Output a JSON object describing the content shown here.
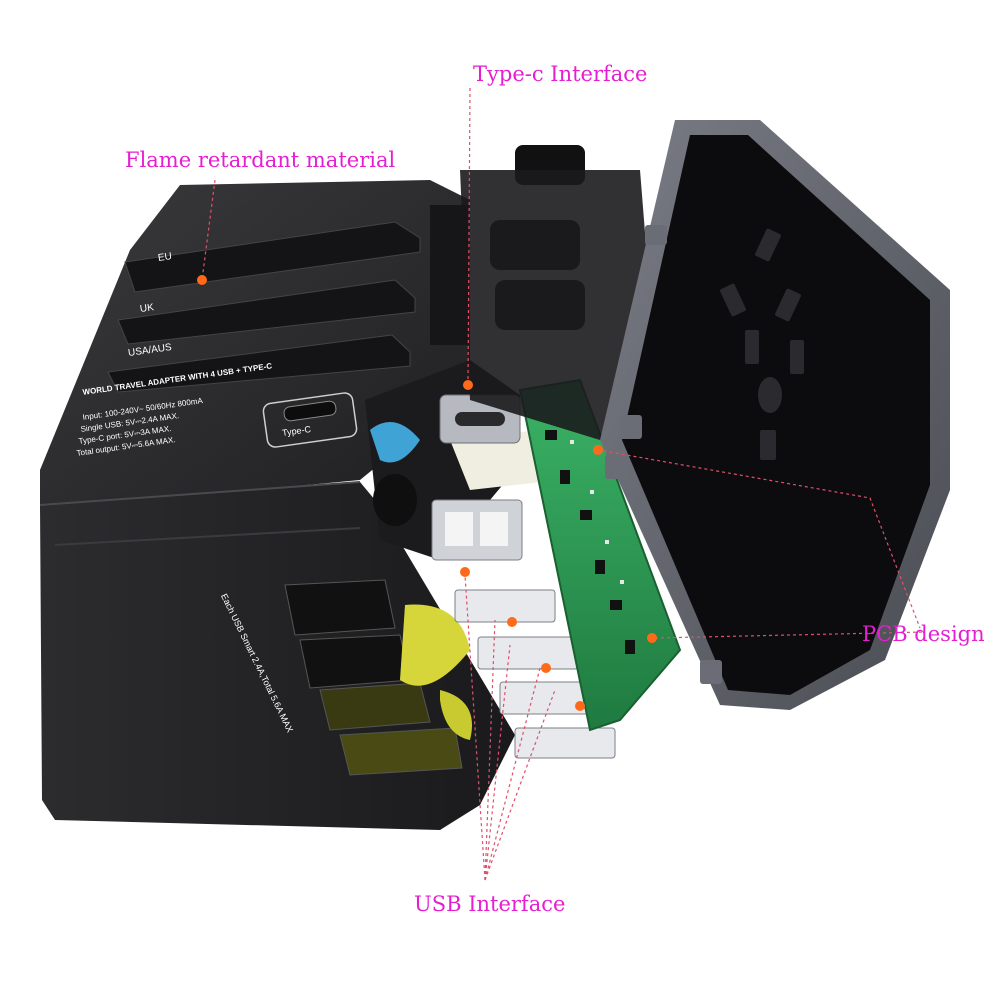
{
  "colors": {
    "callout_text": "#e61ed2",
    "leader_line": "#e0506a",
    "marker": "#ff6a1a",
    "adapter_body": "#2a2a2c",
    "pcb": "#2e9a55",
    "faceplate_frame": "#5d6069"
  },
  "callouts": {
    "type_c": "Type-c  Interface",
    "flame": "Flame retardant material",
    "pcb": "PCB design",
    "usb": "USB Interface"
  },
  "adapter": {
    "region_eu": "EU",
    "region_uk": "UK",
    "region_usa": "USA/AUS",
    "headline": "WORLD TRAVEL ADAPTER WITH 4 USB + TYPE-C",
    "spec_input": "Input: 100-240V~ 50/60Hz  800mA",
    "spec_single": "Single USB: 5V⎓2.4A MAX.",
    "spec_typec": "Type-C port: 5V⎓3A MAX.",
    "spec_total": "Total output: 5V⎓5.6A MAX.",
    "port_label": "Type-C",
    "side_note": "Each USB Smart 2.4A,Total 5.6A MAX"
  }
}
